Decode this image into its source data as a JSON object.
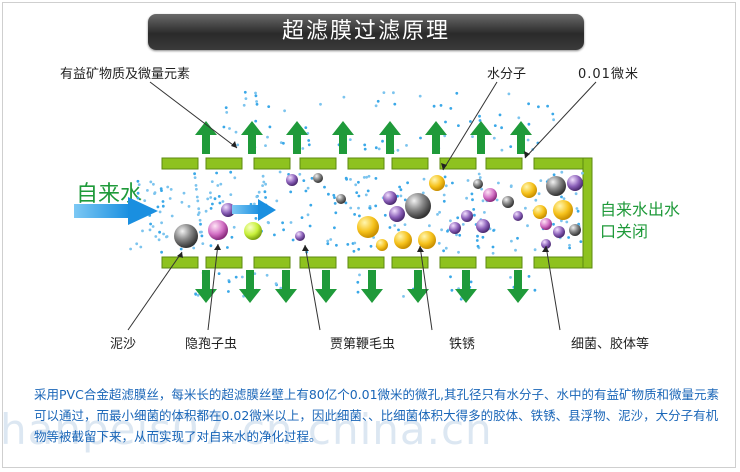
{
  "title": "超滤膜过滤原理",
  "labels": {
    "beneficial_minerals": "有益矿物质及微量元素",
    "water_molecule": "水分子",
    "pore_size": "0.01微米",
    "inlet": "自来水",
    "outlet_line1": "自来水出水",
    "outlet_line2": "口关闭",
    "sand": "泥沙",
    "cryptosporidium": "隐孢子虫",
    "giardia": "贾第鞭毛虫",
    "rust": "铁锈",
    "bacteria_colloids": "细菌、胶体等"
  },
  "description": "采用PVC合金超滤膜丝，每米长的超滤膜丝壁上有80亿个0.01微米的微孔,其孔径只有水分子、水中的有益矿物质和微量元素可以通过，而最小细菌的体积都在0.02微米以上，因此细菌、、比细菌体积大得多的胶体、铁锈、县浮物、泥沙，大分子有机物等被截留下来，从而实现了对自来水的净化过程。",
  "watermark": "hanpeis07.cn.china.cn",
  "colors": {
    "membrane": "#8ec21f",
    "arrow_green": "#1f9a3a",
    "arrow_blue": "#2ea0e6",
    "label_green": "#1f9a3a",
    "text_blue": "#1a66b8"
  }
}
